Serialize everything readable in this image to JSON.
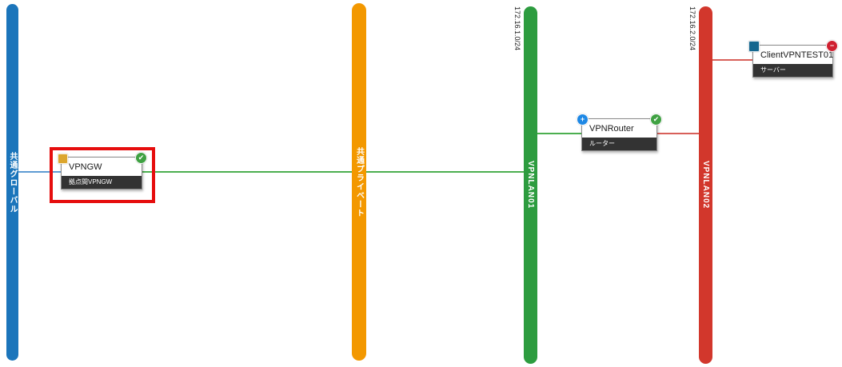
{
  "networks": [
    {
      "label": "共通グローバル",
      "color": "#1b75bb"
    },
    {
      "label": "共通プライベート",
      "color": "#f39800"
    },
    {
      "label": "VPNLAN01",
      "cidr": "172.16.1.0/24",
      "color": "#2d9c3f"
    },
    {
      "label": "VPNLAN02",
      "cidr": "172.16.2.0/24",
      "color": "#d2372c"
    }
  ],
  "nodes": [
    {
      "title": "VPNGW",
      "category": "拠点間VPNGW",
      "status": "running",
      "highlighted": true
    },
    {
      "title": "VPNRouter",
      "category": "ルーター",
      "status": "running",
      "highlighted": false
    },
    {
      "title": "ClientVPNTEST01",
      "category": "サーバー",
      "status": "stopped",
      "highlighted": false
    }
  ],
  "icons": {
    "running": "✔",
    "stopped": "−",
    "add": "+"
  },
  "colors": {
    "link_blue": "#5e9bd3",
    "link_green": "#4caf50",
    "link_red": "#d8605a",
    "status_running": "#3fa142",
    "status_stopped": "#cf2030",
    "badge_add": "#1e88e5",
    "server_chip": "#15678f",
    "appliance_chip": "#dca62e",
    "category_bg": "#333333",
    "highlight": "#e60d0d"
  }
}
